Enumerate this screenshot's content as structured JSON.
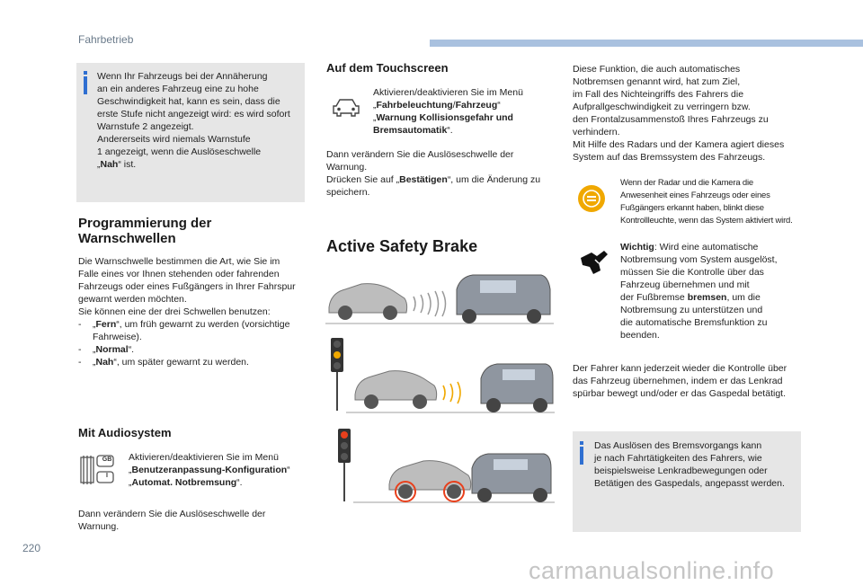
{
  "header": {
    "section": "Fahrbetrieb",
    "page_number": "220"
  },
  "watermark": "carmanualsonline.info",
  "info_box_1": {
    "lines": [
      "Wenn Ihr Fahrzeugs bei der Annäherung",
      "an ein anderes Fahrzeug eine zu hohe",
      "Geschwindigkeit hat, kann es sein, dass die",
      "erste Stufe nicht angezeigt wird: es wird sofort",
      "Warnstufe 2 angezeigt.",
      "Andererseits wird niemals Warnstufe",
      "1 angezeigt, wenn die Auslöseschwelle"
    ],
    "last_pre": "„",
    "last_bold": "Nah",
    "last_post": "“ ist."
  },
  "programmierung": {
    "title_line1": "Programmierung der",
    "title_line2": "Warnschwellen",
    "para_lines": [
      "Die Warnschwelle bestimmen die Art, wie Sie im",
      "Falle eines vor Ihnen stehenden oder fahrenden",
      "Fahrzeugs oder eines Fußgängers in Ihrer Fahrspur",
      "gewarnt werden möchten.",
      "Sie können eine der drei Schwellen benutzen:"
    ],
    "items": [
      {
        "dash": "-",
        "pre": "„",
        "bold": "Fern",
        "post": "“, um früh gewarnt zu werden (vorsichtige",
        "cont": "Fahrweise)."
      },
      {
        "dash": "-",
        "pre": "„",
        "bold": "Normal",
        "post": "“.",
        "cont": ""
      },
      {
        "dash": "-",
        "pre": "„",
        "bold": "Nah",
        "post": "“, um später gewarnt zu werden.",
        "cont": ""
      }
    ]
  },
  "audiosystem": {
    "title": "Mit Audiosystem",
    "line1": "Aktivieren/deaktivieren Sie im Menü",
    "line2_pre": "„",
    "line2_bold": "Benutzeranpassung-Konfiguration",
    "line2_post": "“",
    "line3_pre": "„",
    "line3_bold": "Automat. Notbremsung",
    "line3_post": "“.",
    "after_lines": [
      "Dann verändern Sie die Auslöseschwelle der",
      "Warnung."
    ],
    "icon_label_top": "GB",
    "icon_label_bottom": "I"
  },
  "touchscreen": {
    "title": "Auf dem Touchscreen",
    "line1": "Aktivieren/deaktivieren Sie im Menü",
    "line2_pre": "„",
    "line2_bold": "Fahrbeleuchtung",
    "line2_sep": "/",
    "line2_bold2": "Fahrzeug",
    "line2_post": "“",
    "line3_pre": "„",
    "line3_bold": "Warnung Kollisionsgefahr und",
    "line4_bold": "Bremsautomatik",
    "line4_post": "“.",
    "after_line1": "Dann verändern Sie die Auslöseschwelle der",
    "after_line2": "Warnung.",
    "after_line3_pre": "Drücken Sie auf „",
    "after_line3_bold": "Bestätigen",
    "after_line3_post": "“, um die Änderung zu",
    "after_line4": "speichern."
  },
  "active_safety": {
    "title": "Active Safety Brake"
  },
  "right_col": {
    "intro_lines": [
      "Diese Funktion, die auch automatisches",
      "Notbremsen genannt wird, hat zum Ziel,",
      "im Fall des Nichteingriffs des Fahrers die",
      "Aufprallgeschwindigkeit zu verringern bzw.",
      "den Frontalzusammenstoß Ihres Fahrzeugs zu",
      "verhindern.",
      "Mit Hilfe des Radars und der Kamera agiert dieses",
      "System auf das Bremssystem des Fahrzeugs."
    ],
    "lamp_lines": [
      "Wenn der Radar und die Kamera die",
      "Anwesenheit eines Fahrzeugs oder eines",
      "Fußgängers erkannt haben, blinkt diese",
      "Kontrollleuchte, wenn das System aktiviert wird."
    ],
    "wichtig_bold": "Wichtig",
    "wichtig_rest": ": Wird eine automatische",
    "wichtig_lines": [
      "Notbremsung vom System ausgelöst,",
      "müssen Sie die Kontrolle über das",
      "Fahrzeug übernehmen und mit"
    ],
    "wichtig_line5_pre": "der Fußbremse ",
    "wichtig_line5_bold": "bremsen",
    "wichtig_line5_post": ", um die",
    "wichtig_tail": [
      "Notbremsung zu unterstützen und",
      "die automatische Bremsfunktion zu",
      "beenden."
    ],
    "driver_lines": [
      "Der Fahrer kann jederzeit wieder die Kontrolle über",
      "das Fahrzeug übernehmen, indem er das Lenkrad",
      "spürbar bewegt und/oder er das Gaspedal betätigt."
    ]
  },
  "info_box_2": {
    "lines": [
      "Das Auslösen des Bremsvorgangs kann",
      "je nach Fahrtätigkeiten des Fahrers, wie",
      "beispielsweise Lenkradbewegungen oder",
      "Betätigen des Gaspedals, angepasst werden."
    ]
  },
  "colors": {
    "accent_blue": "#2f6fd1",
    "header_bar": "#a9c1df",
    "warning_amber": "#f0a800",
    "alert_red": "#e8401c"
  }
}
